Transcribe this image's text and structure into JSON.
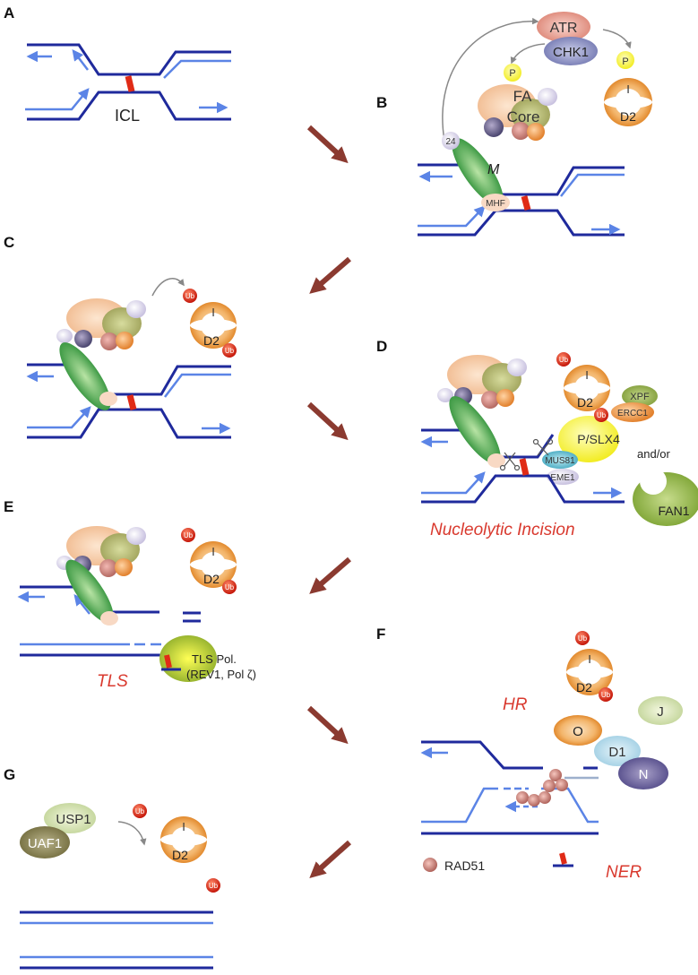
{
  "panels": {
    "a": "A",
    "b": "B",
    "c": "C",
    "d": "D",
    "e": "E",
    "f": "F",
    "g": "G"
  },
  "labels": {
    "icl": "ICL",
    "atr": "ATR",
    "chk1": "CHK1",
    "p": "P",
    "i": "I",
    "d2": "D2",
    "fa_core_1": "FA",
    "fa_core_2": "Core",
    "n24": "24",
    "m": "M",
    "mhf": "MHF",
    "ub": "Ub",
    "xpf": "XPF",
    "ercc1": "ERCC1",
    "p_slx4": "P/SLX4",
    "mus81": "MUS81",
    "eme1": "EME1",
    "and_or": "and/or",
    "fan1": "FAN1",
    "nucleolytic_incision": "Nucleolytic Incision",
    "tls": "TLS",
    "tls_pol_1": "TLS Pol.",
    "tls_pol_2": "(REV1, Pol ζ)",
    "hr": "HR",
    "j": "J",
    "o": "O",
    "d1": "D1",
    "n": "N",
    "rad51": "RAD51",
    "ner": "NER",
    "usp1": "USP1",
    "uaf1": "UAF1"
  },
  "colors": {
    "dna_dark": "#1f2a9c",
    "dna_light": "#5b84e6",
    "crosslink": "#e02b16",
    "flow_arrow": "#8b3a30",
    "protein_m": "#4ca84a",
    "protein_orange": "#e89a3c",
    "ub": "#d91c10",
    "text_red": "#d93a2f"
  }
}
